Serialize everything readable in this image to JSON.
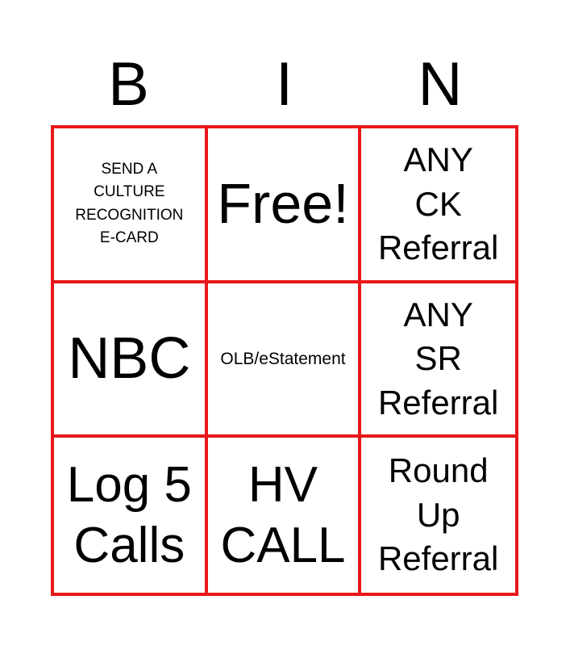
{
  "board": {
    "header": [
      "B",
      "I",
      "N"
    ],
    "cells": [
      [
        "SEND A",
        "CULTURE",
        "RECOGNITION",
        "E-CARD"
      ],
      [
        "Free!"
      ],
      [
        "ANY",
        "CK",
        "Referral"
      ],
      [
        "NBC"
      ],
      [
        "OLB/eStatement"
      ],
      [
        "ANY",
        "SR",
        "Referral"
      ],
      [
        "Log 5",
        "Calls"
      ],
      [
        "HV",
        "CALL"
      ],
      [
        "Round",
        "Up",
        "Referral"
      ]
    ],
    "colors": {
      "border": "#e8171a",
      "text": "#000000",
      "background": "#ffffff"
    }
  }
}
